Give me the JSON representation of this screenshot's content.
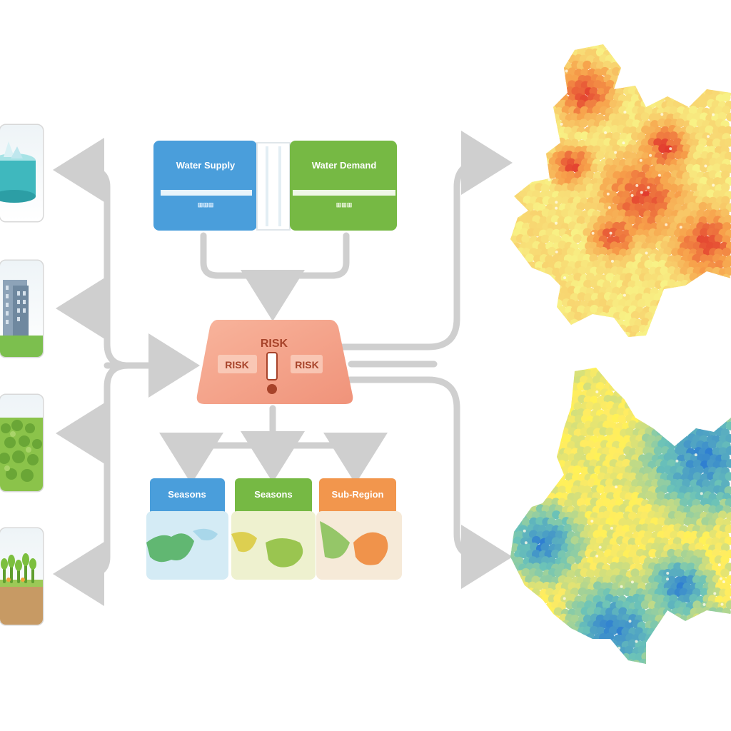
{
  "supply": {
    "title": "Water Supply",
    "subtext": "⊞⊞⊞",
    "color": "#4a9edb"
  },
  "demand": {
    "title": "Water Demand",
    "subtext": "⊞⊞⊞",
    "color": "#76b944"
  },
  "risk": {
    "title": "RISK",
    "left_label": "RISK",
    "right_label": "RISK",
    "alert_symbol": "!",
    "color": "#f4a48a",
    "text_color": "#a7432a"
  },
  "outputs": [
    {
      "label": "Seasons",
      "color": "#4a9edb"
    },
    {
      "label": "Seasons",
      "color": "#76b944"
    },
    {
      "label": "Sub-Region",
      "color": "#f2964d"
    }
  ],
  "sectors": [
    {
      "icon": "reservoir-icon"
    },
    {
      "icon": "building-icon"
    },
    {
      "icon": "crop-field-icon"
    },
    {
      "icon": "vegetation-icon"
    }
  ],
  "colors": {
    "arrow": "#cfcfcf",
    "heat_high": "#e23a2e",
    "heat_mid": "#f7a04a",
    "heat_low": "#f8e27a",
    "cool_high": "#2f7fd1",
    "cool_mid": "#6cc3b8",
    "cool_low": "#f2e86a"
  }
}
